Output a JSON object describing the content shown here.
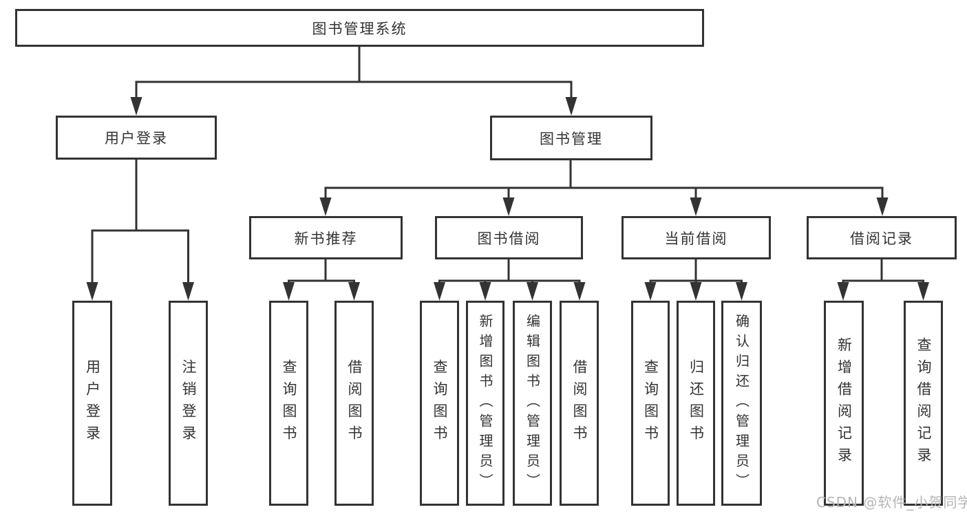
{
  "diagram": {
    "type": "tree",
    "title": "图书管理系统",
    "watermark": "CSDN @软件_小贺同学",
    "colors": {
      "line": "#333333",
      "text": "#333333",
      "background": "#ffffff",
      "watermark": "#b5b5b5"
    },
    "nodes": {
      "root": {
        "label": "图书管理系统"
      },
      "user_login": {
        "label": "用户登录",
        "children": [
          {
            "label": "用户登录"
          },
          {
            "label": "注销登录"
          }
        ]
      },
      "book_mgmt": {
        "label": "图书管理"
      },
      "new_books": {
        "label": "新书推荐",
        "children": [
          {
            "label": "查询图书"
          },
          {
            "label": "借阅图书"
          }
        ]
      },
      "borrow": {
        "label": "图书借阅",
        "children": [
          {
            "label": "查询图书"
          },
          {
            "label": "新增图书（管理员）"
          },
          {
            "label": "编辑图书（管理员）"
          },
          {
            "label": "借阅图书"
          }
        ]
      },
      "current": {
        "label": "当前借阅",
        "children": [
          {
            "label": "查询图书"
          },
          {
            "label": "归还图书"
          },
          {
            "label": "确认归还（管理员）"
          }
        ]
      },
      "records": {
        "label": "借阅记录",
        "children": [
          {
            "label": "新增借阅记录"
          },
          {
            "label": "查询借阅记录"
          }
        ]
      }
    }
  }
}
